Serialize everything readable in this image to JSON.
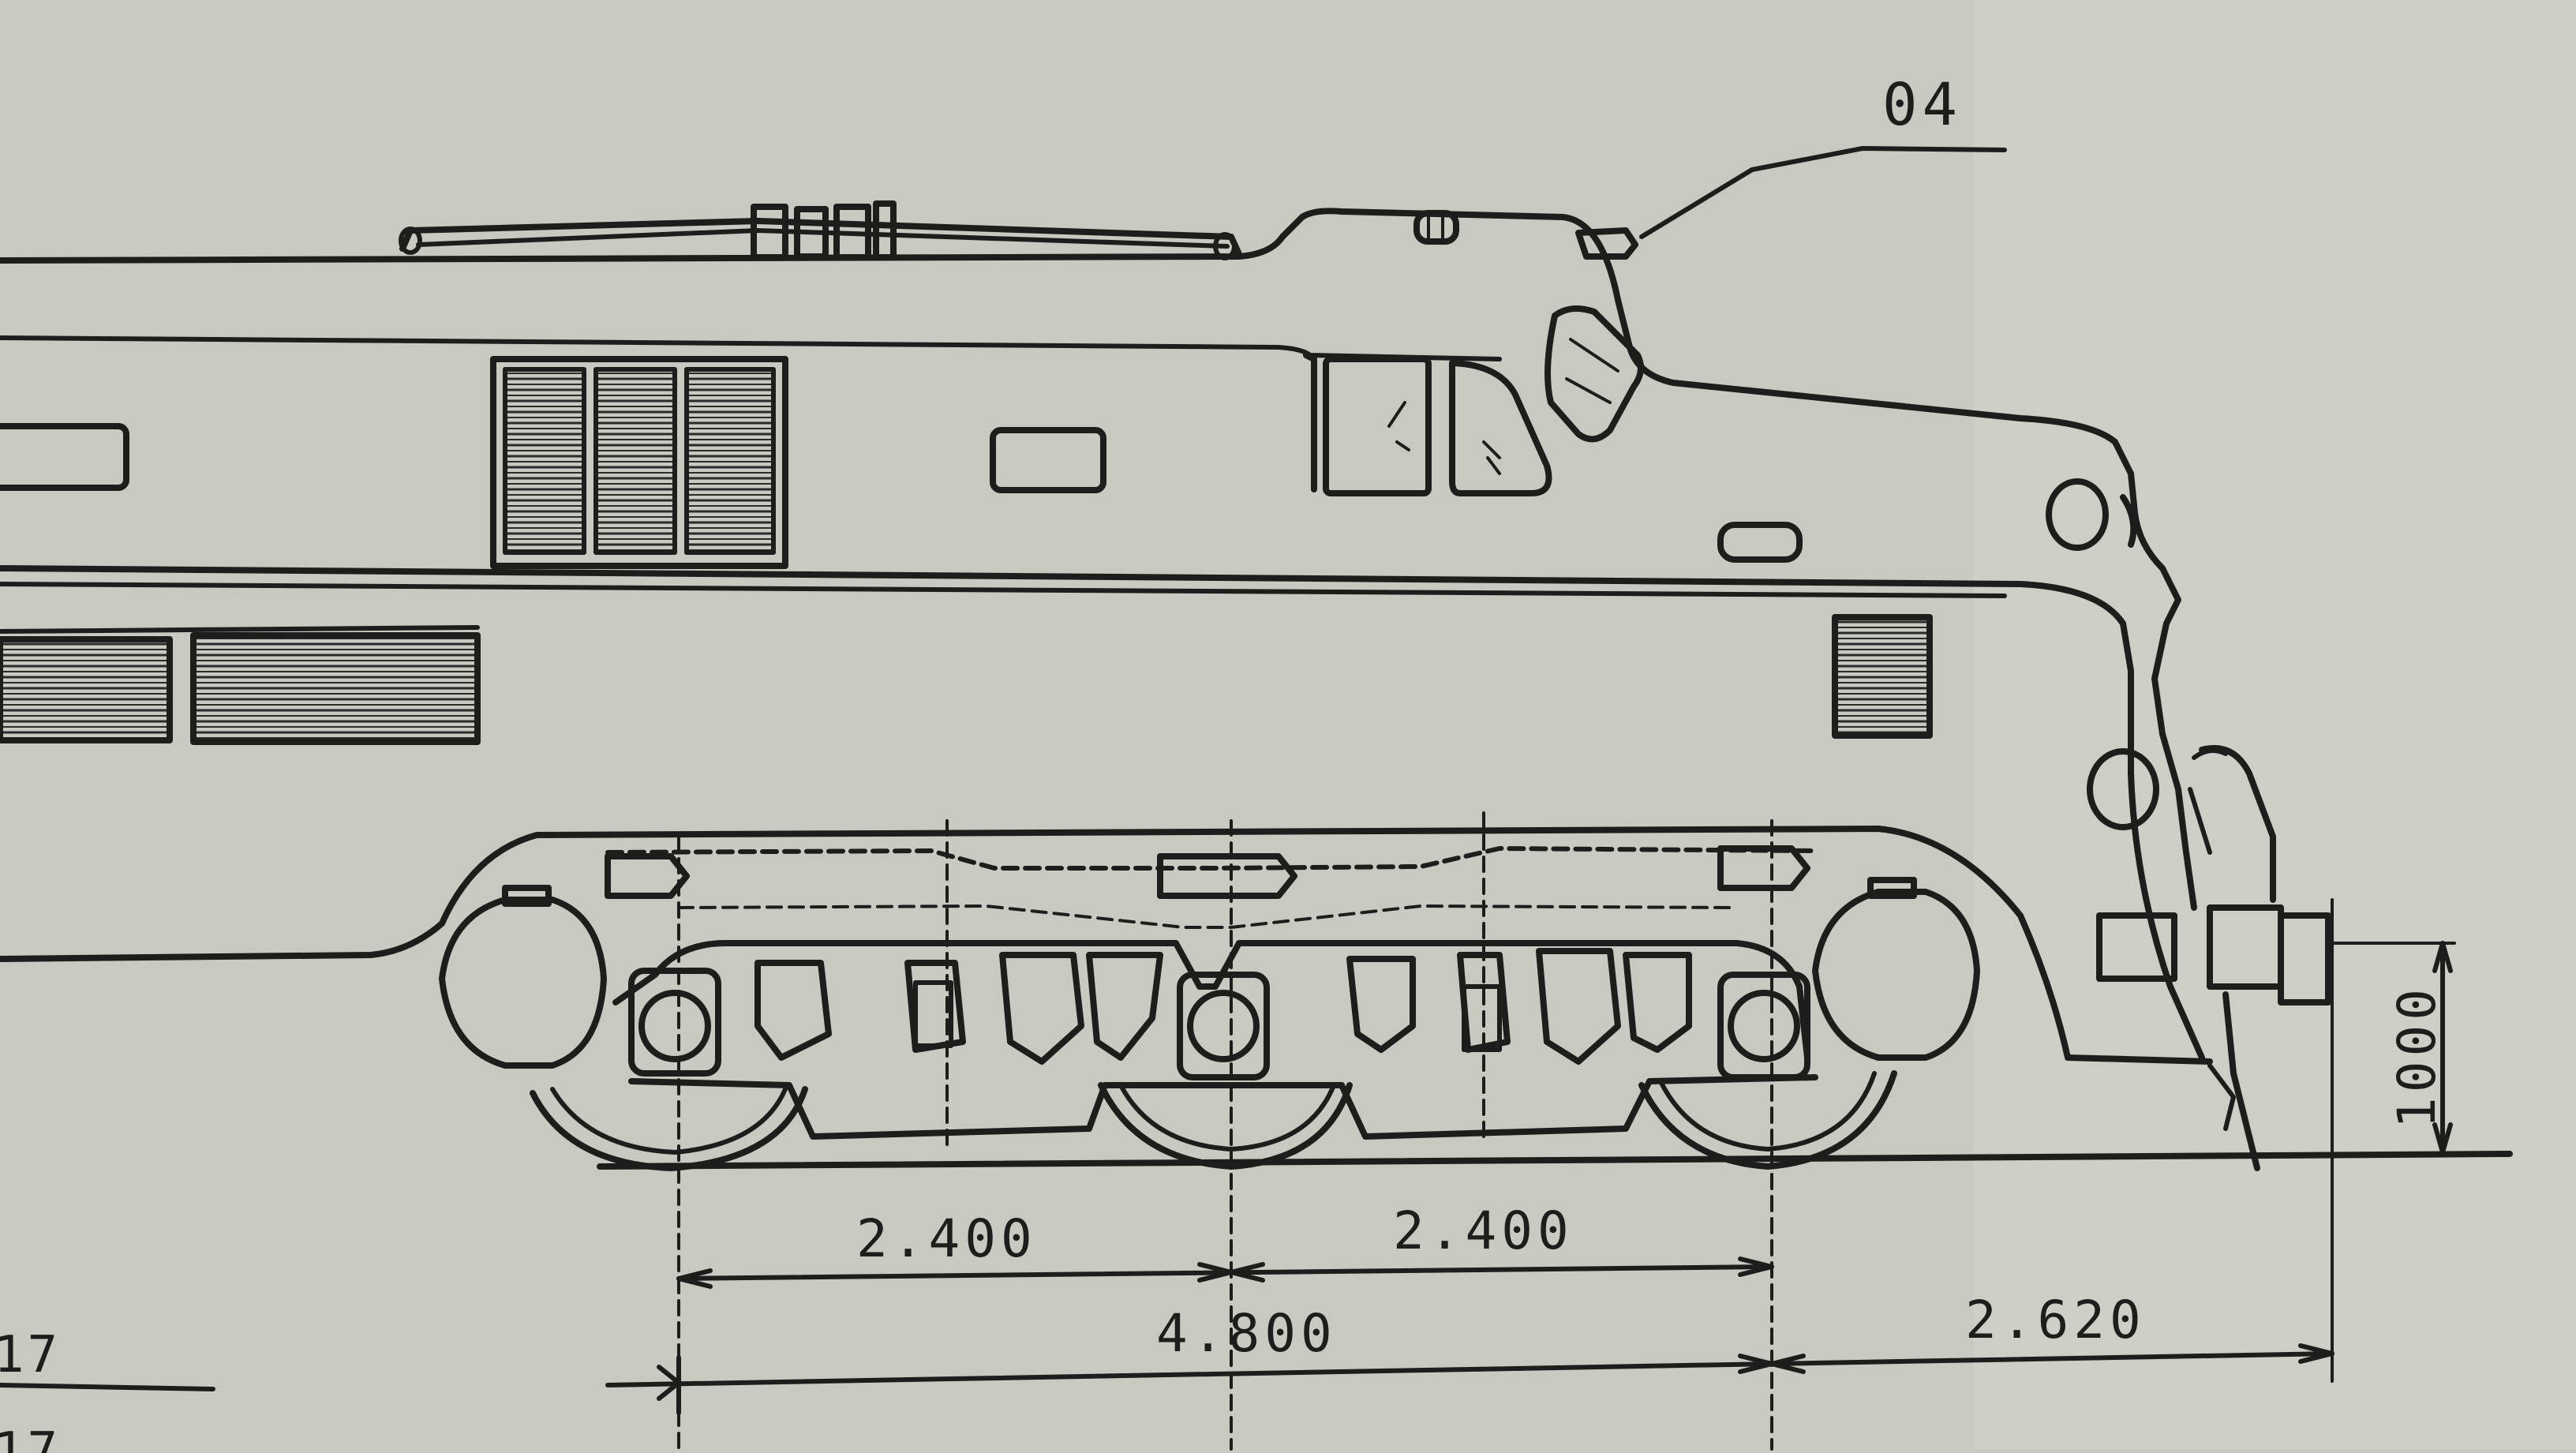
{
  "callout": {
    "label": "04"
  },
  "dimensions": {
    "axle_spacing_1": "2.400",
    "axle_spacing_2": "2.400",
    "bogie_wheelbase": "4.800",
    "end_overhang": "2.620",
    "buffer_height": "1000",
    "left_partial_1": "17",
    "left_partial_2": "17"
  },
  "colors": {
    "paper": "#c8c9c1",
    "ink": "#1d1d1b"
  }
}
